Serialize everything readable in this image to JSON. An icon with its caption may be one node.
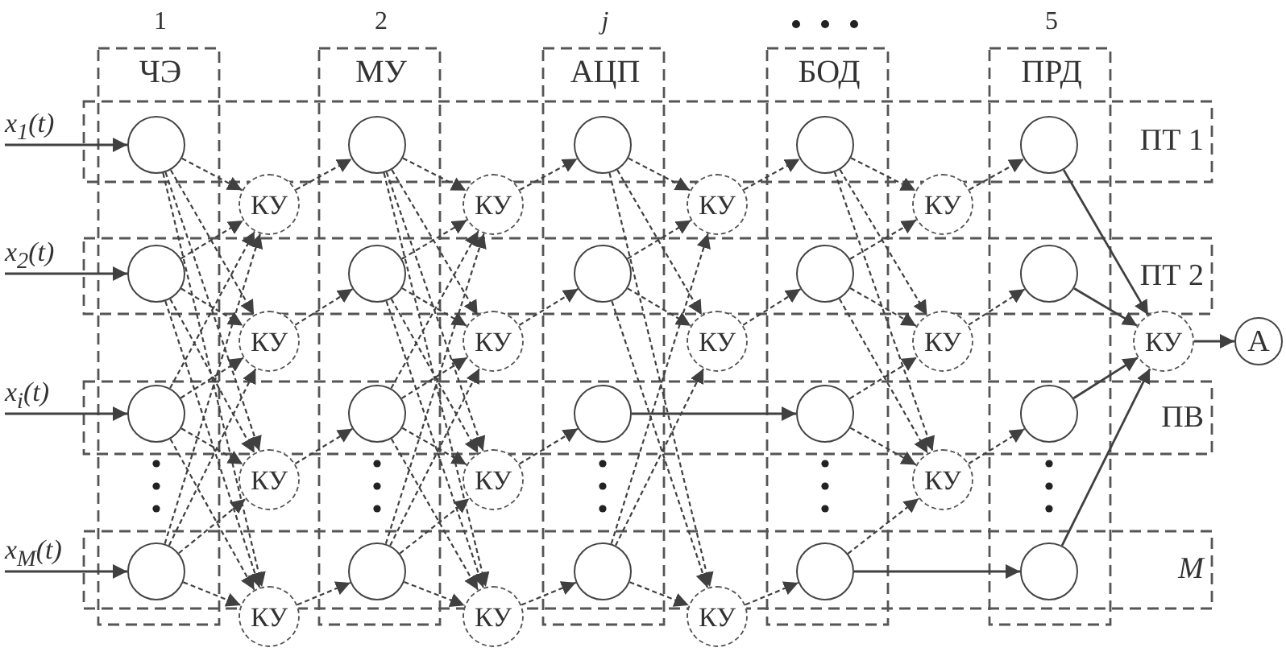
{
  "diagram": {
    "nodes": [
      {
        "text": [
          "x$_{1}$(t)"
        ]
      },
      {
        "text": [
          "x$_{2}$(t)"
        ]
      },
      {
        "text": [
          "x$_{i}$(t)"
        ]
      },
      {
        "text": [
          "x$_{M}$(t)"
        ]
      },
      {
        "text": [],
        "shape": "circle"
      },
      {
        "text": [],
        "shape": "circle"
      },
      {
        "text": [],
        "shape": "circle"
      },
      {
        "text": [],
        "shape": "circle"
      },
      {
        "text": [],
        "shape": "circle"
      },
      {
        "text": [],
        "shape": "circle"
      },
      {
        "text": [],
        "shape": "circle"
      },
      {
        "text": [],
        "shape": "circle"
      },
      {
        "text": [],
        "shape": "circle"
      },
      {
        "text": [],
        "shape": "circle"
      },
      {
        "text": [],
        "shape": "circle"
      },
      {
        "text": [],
        "shape": "circle"
      },
      {
        "text": [],
        "shape": "circle"
      },
      {
        "text": [],
        "shape": "circle"
      },
      {
        "text": [],
        "shape": "circle"
      },
      {
        "text": [],
        "shape": "circle"
      },
      {
        "text": [],
        "shape": "circle"
      },
      {
        "text": [],
        "shape": "circle"
      },
      {
        "text": [],
        "shape": "circle"
      },
      {
        "text": [],
        "shape": "circle"
      },
      {
        "text": [
          "КУ"
        ]
      },
      {
        "text": [
          "КУ"
        ]
      },
      {
        "text": [
          "КУ"
        ]
      },
      {
        "text": [
          "КУ"
        ]
      },
      {
        "text": [
          "КУ"
        ]
      },
      {
        "text": [
          "КУ"
        ]
      },
      {
        "text": [
          "КУ"
        ]
      },
      {
        "text": [
          "КУ"
        ]
      },
      {
        "text": [
          "КУ"
        ]
      },
      {
        "text": [
          "КУ"
        ]
      },
      {
        "text": [
          "КУ"
        ]
      },
      {
        "text": [
          "КУ"
        ]
      },
      {
        "text": [
          "КУ"
        ]
      },
      {
        "text": [
          "КУ"
        ]
      },
      {
        "text": [
          "КУ"
        ]
      },
      {
        "text": [
          "A"
        ]
      }
    ],
    "edges": [
      {
        "from": 0,
        "to": 4,
        "arrow": "to"
      },
      {
        "from": 1,
        "to": 5,
        "arrow": "to"
      },
      {
        "from": 2,
        "to": 6,
        "arrow": "to"
      },
      {
        "from": 3,
        "to": 7,
        "arrow": "to"
      },
      {
        "from": 4,
        "to": 24,
        "arrow": "to",
        "style": "dashed"
      },
      {
        "from": 4,
        "to": 25,
        "arrow": "to",
        "style": "dashed"
      },
      {
        "from": 4,
        "to": 26,
        "arrow": "to",
        "style": "dashed"
      },
      {
        "from": 4,
        "to": 27,
        "arrow": "to",
        "style": "dashed"
      },
      {
        "from": 5,
        "to": 24,
        "arrow": "to",
        "style": "dashed"
      },
      {
        "from": 5,
        "to": 25,
        "arrow": "to",
        "style": "dashed"
      },
      {
        "from": 5,
        "to": 26,
        "arrow": "to",
        "style": "dashed"
      },
      {
        "from": 5,
        "to": 27,
        "arrow": "to",
        "style": "dashed"
      },
      {
        "from": 6,
        "to": 24,
        "arrow": "to",
        "style": "dashed"
      },
      {
        "from": 6,
        "to": 25,
        "arrow": "to",
        "style": "dashed"
      },
      {
        "from": 6,
        "to": 26,
        "arrow": "to",
        "style": "dashed"
      },
      {
        "from": 6,
        "to": 27,
        "arrow": "to",
        "style": "dashed"
      },
      {
        "from": 7,
        "to": 24,
        "arrow": "to",
        "style": "dashed"
      },
      {
        "from": 7,
        "to": 25,
        "arrow": "to",
        "style": "dashed"
      },
      {
        "from": 7,
        "to": 26,
        "arrow": "to",
        "style": "dashed"
      },
      {
        "from": 7,
        "to": 27,
        "arrow": "to",
        "style": "dashed"
      },
      {
        "from": 24,
        "to": 8,
        "arrow": "to",
        "style": "dashed"
      },
      {
        "from": 25,
        "to": 9,
        "arrow": "to",
        "style": "dashed"
      },
      {
        "from": 26,
        "to": 10,
        "arrow": "to",
        "style": "dashed"
      },
      {
        "from": 27,
        "to": 11,
        "arrow": "to",
        "style": "dashed"
      },
      {
        "from": 8,
        "to": 28,
        "arrow": "to",
        "style": "dashed"
      },
      {
        "from": 8,
        "to": 29,
        "arrow": "to",
        "style": "dashed"
      },
      {
        "from": 8,
        "to": 30,
        "arrow": "to",
        "style": "dashed"
      },
      {
        "from": 8,
        "to": 31,
        "arrow": "to",
        "style": "dashed"
      },
      {
        "from": 9,
        "to": 28,
        "arrow": "to",
        "style": "dashed"
      },
      {
        "from": 9,
        "to": 29,
        "arrow": "to",
        "style": "dashed"
      },
      {
        "from": 9,
        "to": 30,
        "arrow": "to",
        "style": "dashed"
      },
      {
        "from": 9,
        "to": 31,
        "arrow": "to",
        "style": "dashed"
      },
      {
        "from": 10,
        "to": 28,
        "arrow": "to",
        "style": "dashed"
      },
      {
        "from": 10,
        "to": 29,
        "arrow": "to",
        "style": "dashed"
      },
      {
        "from": 10,
        "to": 30,
        "arrow": "to",
        "style": "dashed"
      },
      {
        "from": 10,
        "to": 31,
        "arrow": "to",
        "style": "dashed"
      },
      {
        "from": 11,
        "to": 28,
        "arrow": "to",
        "style": "dashed"
      },
      {
        "from": 11,
        "to": 29,
        "arrow": "to",
        "style": "dashed"
      },
      {
        "from": 11,
        "to": 30,
        "arrow": "to",
        "style": "dashed"
      },
      {
        "from": 11,
        "to": 31,
        "arrow": "to",
        "style": "dashed"
      },
      {
        "from": 28,
        "to": 12,
        "arrow": "to",
        "style": "dashed"
      },
      {
        "from": 29,
        "to": 13,
        "arrow": "to",
        "style": "dashed"
      },
      {
        "from": 30,
        "to": 14,
        "arrow": "to",
        "style": "dashed"
      },
      {
        "from": 31,
        "to": 15,
        "arrow": "to",
        "style": "dashed"
      },
      {
        "from": 12,
        "to": 32,
        "arrow": "to",
        "style": "dashed"
      },
      {
        "from": 12,
        "to": 33,
        "arrow": "to",
        "style": "dashed"
      },
      {
        "from": 12,
        "to": 34,
        "arrow": "to",
        "style": "dashed"
      },
      {
        "from": 13,
        "to": 32,
        "arrow": "to",
        "style": "dashed"
      },
      {
        "from": 13,
        "to": 33,
        "arrow": "to",
        "style": "dashed"
      },
      {
        "from": 13,
        "to": 34,
        "arrow": "to",
        "style": "dashed"
      },
      {
        "from": 15,
        "to": 32,
        "arrow": "to",
        "style": "dashed"
      },
      {
        "from": 15,
        "to": 33,
        "arrow": "to",
        "style": "dashed"
      },
      {
        "from": 15,
        "to": 34,
        "arrow": "to",
        "style": "dashed"
      },
      {
        "from": 14,
        "to": 18,
        "arrow": "to"
      },
      {
        "from": 32,
        "to": 16,
        "arrow": "to",
        "style": "dashed"
      },
      {
        "from": 33,
        "to": 17,
        "arrow": "to",
        "style": "dashed"
      },
      {
        "from": 34,
        "to": 19,
        "arrow": "to",
        "style": "dashed"
      },
      {
        "from": 16,
        "to": 35,
        "arrow": "to",
        "style": "dashed"
      },
      {
        "from": 16,
        "to": 36,
        "arrow": "to",
        "style": "dashed"
      },
      {
        "from": 16,
        "to": 37,
        "arrow": "to",
        "style": "dashed"
      },
      {
        "from": 17,
        "to": 35,
        "arrow": "to",
        "style": "dashed"
      },
      {
        "from": 17,
        "to": 36,
        "arrow": "to",
        "style": "dashed"
      },
      {
        "from": 17,
        "to": 37,
        "arrow": "to",
        "style": "dashed"
      },
      {
        "from": 18,
        "to": 36,
        "arrow": "to",
        "style": "dashed"
      },
      {
        "from": 18,
        "to": 37,
        "arrow": "to",
        "style": "dashed"
      },
      {
        "from": 19,
        "to": 37,
        "arrow": "to",
        "style": "dashed"
      },
      {
        "from": 19,
        "to": 23,
        "arrow": "to"
      },
      {
        "from": 35,
        "to": 20,
        "arrow": "to",
        "style": "dashed"
      },
      {
        "from": 36,
        "to": 21,
        "arrow": "to",
        "style": "dashed"
      },
      {
        "from": 37,
        "to": 22,
        "arrow": "to",
        "style": "dashed"
      },
      {
        "from": 20,
        "to": 38,
        "arrow": "to"
      },
      {
        "from": 21,
        "to": 38,
        "arrow": "to"
      },
      {
        "from": 22,
        "to": 38,
        "arrow": "to"
      },
      {
        "from": 23,
        "to": 38,
        "arrow": "to"
      },
      {
        "from": 38,
        "to": 39,
        "arrow": "to"
      }
    ],
    "labels": [
      "1",
      "2",
      "j",
      "5",
      "ЧЭ",
      "МУ",
      "АЦП",
      "БОД",
      "ПРД",
      "ПТ 1",
      "ПТ 2",
      "ПВ",
      "M"
    ]
  }
}
